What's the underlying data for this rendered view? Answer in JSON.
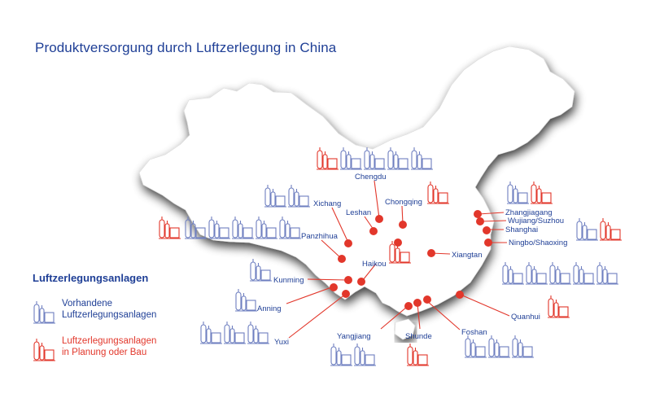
{
  "title": "Produktversorgung durch Luftzerlegung in China",
  "legend": {
    "heading": "Luftzerlegungsanlagen",
    "existing": [
      "Vorhandene",
      "Luftzerlegungsanlagen"
    ],
    "planned": [
      "Luftzerlegungsanlagen",
      "in Planung oder Bau"
    ]
  },
  "colors": {
    "title": "#1f3f96",
    "existing": "#6e7fc0",
    "planned": "#e2372b",
    "map": "#ffffff",
    "shadow": "#7a7a7a"
  },
  "icons": {
    "existing": "air-separation-plant-icon",
    "planned": "air-separation-plant-icon",
    "site": "red-dot-marker"
  },
  "cities": [
    "Chengdu",
    "Chongqing",
    "Leshan",
    "Xichang",
    "Panzhihua",
    "Haikou",
    "Kunming",
    "Anning",
    "Yuxi",
    "Yangjiang",
    "Shunde",
    "Foshan",
    "Quanhui",
    "Xiangtan",
    "Zhangjiagang",
    "Wujiang/Suzhou",
    "Shanghai",
    "Ningbo/Shaoxing"
  ]
}
